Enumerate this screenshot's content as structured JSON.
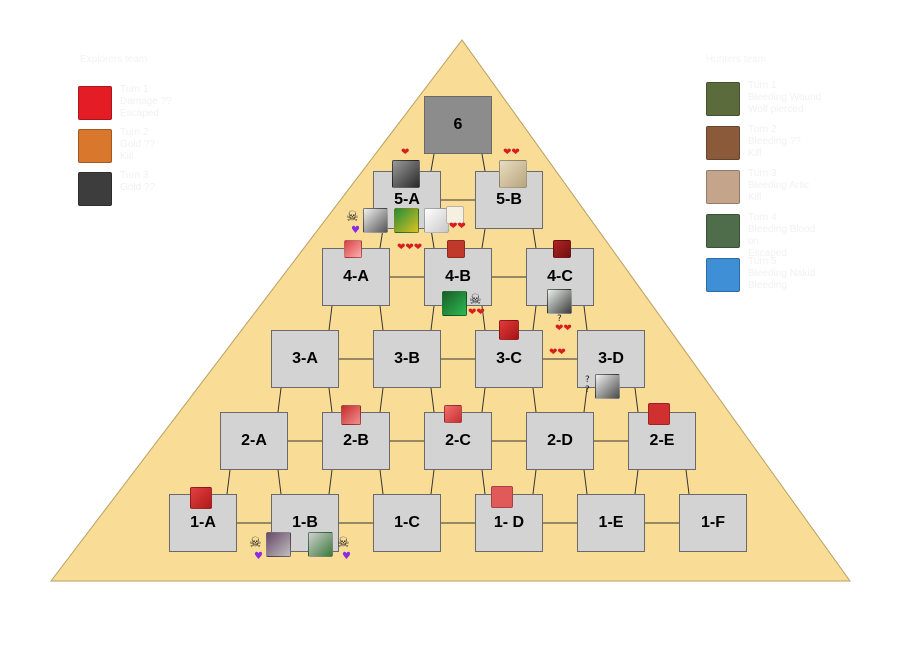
{
  "pyramid": {
    "fill": "#f9dc96",
    "stroke": "#b8a060",
    "node_color": "#d3d3d3",
    "top_node_color": "#8c8c8c",
    "rows": [
      [
        "6"
      ],
      [
        "5-A",
        "5-B"
      ],
      [
        "4-A",
        "4-B",
        "4-C"
      ],
      [
        "3-A",
        "3-B",
        "3-C",
        "3-D"
      ],
      [
        "2-A",
        "2-B",
        "2-C",
        "2-D",
        "2-E"
      ],
      [
        "1-A",
        "1-B",
        "1-C",
        "1- D",
        "1-E",
        "1-F"
      ]
    ]
  },
  "markers": {
    "heart": "❤",
    "double_heart": "❤❤",
    "triple_heart": "❤❤❤",
    "purple_heart": "♥",
    "skull": "☠",
    "question": "?"
  },
  "legend": {
    "left_header": "Explorers team",
    "right_header": "Hunters team",
    "left": [
      {
        "text": "Turn 1\nDamage ??\nEscaped",
        "icon": "red-icon-avatar",
        "color": "#e31c25"
      },
      {
        "text": "Turn 2\nGold ??\nKill",
        "icon": "hero-avatar",
        "color": "#d9772c"
      },
      {
        "text": "Turn 3\nGold ??",
        "icon": "shadow-avatar",
        "color": "#3d3d3d"
      }
    ],
    "right": [
      {
        "text": "Turn 1\nBleeding Wound\nWolf pierced",
        "icon": "wolf-avatar",
        "color": "#5c6b3c"
      },
      {
        "text": "Turn 2\nBleeding ??\nKill",
        "icon": "bearded-man-avatar",
        "color": "#8a5a3a"
      },
      {
        "text": "Turn 3\nBleeding Artic\nKill",
        "icon": "bloodied-avatar",
        "color": "#c4a48a"
      },
      {
        "text": "Turn 4\nBleeding Blood on\nEscaped",
        "icon": "forest-avatar",
        "color": "#4f6d4a"
      },
      {
        "text": "Turn 5\nBleeding Nakid\nBleeding",
        "icon": "blue-penguin-avatar",
        "color": "#3e8fd6"
      }
    ]
  }
}
